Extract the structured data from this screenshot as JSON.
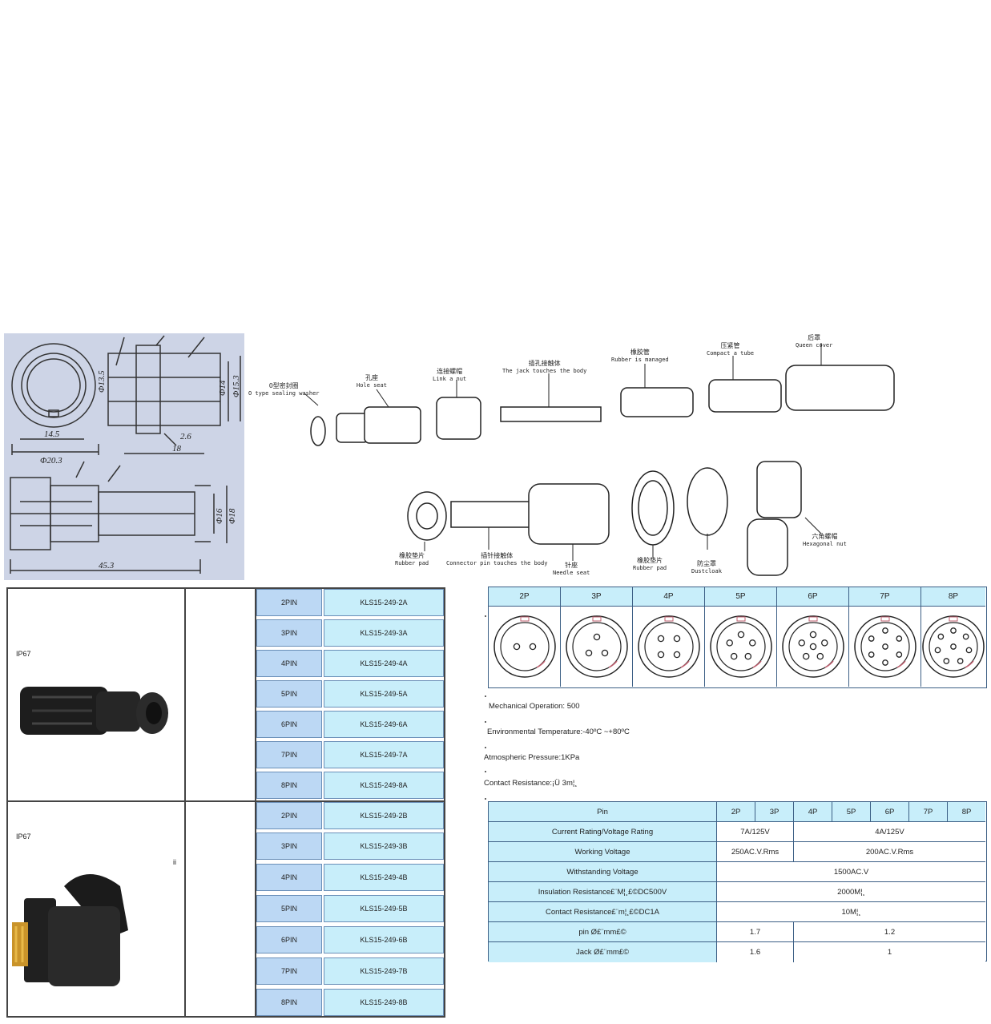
{
  "drawing": {
    "dims": [
      "Φ20.3",
      "14.5",
      "Φ13.5",
      "Φ14",
      "Φ15.3",
      "2.6",
      "18",
      "Φ16",
      "Φ18",
      "45.3"
    ]
  },
  "exploded": {
    "labels": [
      {
        "cn": "O型密封圈",
        "en": "O type sealing washer"
      },
      {
        "cn": "孔座",
        "en": "Hole seat"
      },
      {
        "cn": "连接螺帽",
        "en": "Link a nut"
      },
      {
        "cn": "插孔接触体",
        "en": "The jack touches the body"
      },
      {
        "cn": "橡胶管",
        "en": "Rubber is managed"
      },
      {
        "cn": "压紧管",
        "en": "Compact a tube"
      },
      {
        "cn": "后罩",
        "en": "Queen cover"
      },
      {
        "cn": "橡胶垫片",
        "en": "Rubber pad"
      },
      {
        "cn": "插针接触体",
        "en": "Connector pin touches the body"
      },
      {
        "cn": "针座",
        "en": "Needle seat"
      },
      {
        "cn": "橡胶垫片",
        "en": "Rubber pad"
      },
      {
        "cn": "防尘罩",
        "en": "Dustcloak"
      },
      {
        "cn": "六角螺帽",
        "en": "Hexagonal nut"
      }
    ]
  },
  "products": [
    {
      "ip": "IP67",
      "note": "",
      "rows": [
        {
          "pin": "2PIN",
          "code": "KLS15-249-2A"
        },
        {
          "pin": "3PIN",
          "code": "KLS15-249-3A"
        },
        {
          "pin": "4PIN",
          "code": "KLS15-249-4A"
        },
        {
          "pin": "5PIN",
          "code": "KLS15-249-5A"
        },
        {
          "pin": "6PIN",
          "code": "KLS15-249-6A"
        },
        {
          "pin": "7PIN",
          "code": "KLS15-249-7A"
        },
        {
          "pin": "8PIN",
          "code": "KLS15-249-8A"
        }
      ]
    },
    {
      "ip": "IP67",
      "note": "ii",
      "rows": [
        {
          "pin": "2PIN",
          "code": "KLS15-249-2B"
        },
        {
          "pin": "3PIN",
          "code": "KLS15-249-3B"
        },
        {
          "pin": "4PIN",
          "code": "KLS15-249-4B"
        },
        {
          "pin": "5PIN",
          "code": "KLS15-249-5B"
        },
        {
          "pin": "6PIN",
          "code": "KLS15-249-6B"
        },
        {
          "pin": "7PIN",
          "code": "KLS15-249-7B"
        },
        {
          "pin": "8PIN",
          "code": "KLS15-249-8B"
        }
      ]
    }
  ],
  "pinout": {
    "headers": [
      "2P",
      "3P",
      "4P",
      "5P",
      "6P",
      "7P",
      "8P"
    ],
    "pins": [
      2,
      3,
      4,
      5,
      6,
      7,
      8
    ]
  },
  "specs": [
    "Mechanical  Operation: 500",
    "Environmental Temperature:-40ºC ~+80ºC",
    "Atmospheric Pressure:1KPa",
    "Contact Resistance:¡Ü 3m¦¸"
  ],
  "spec_table": {
    "header": {
      "label": "Pin",
      "cols": [
        "2P",
        "3P",
        "4P",
        "5P",
        "6P",
        "7P",
        "8P"
      ]
    },
    "rows": [
      {
        "label": "Current Rating/Voltage Rating",
        "a": "7A/125V",
        "b": "4A/125V"
      },
      {
        "label": "Working Voltage",
        "a": "250AC.V.Rms",
        "b": "200AC.V.Rms"
      },
      {
        "label": "Withstanding Voltage",
        "all": "1500AC.V"
      },
      {
        "label": "Insulation Resistance£¨M¦¸£©DC500V",
        "all": "2000M¦¸"
      },
      {
        "label": "Contact Resistance£¨m¦¸£©DC1A",
        "all": "10M¦¸"
      },
      {
        "label": "pin  Ø£¨mm£©",
        "a": "1.7",
        "b": "1.2"
      },
      {
        "label": "Jack  Ø£¨mm£©",
        "a": "1.6",
        "b": "1"
      }
    ]
  }
}
